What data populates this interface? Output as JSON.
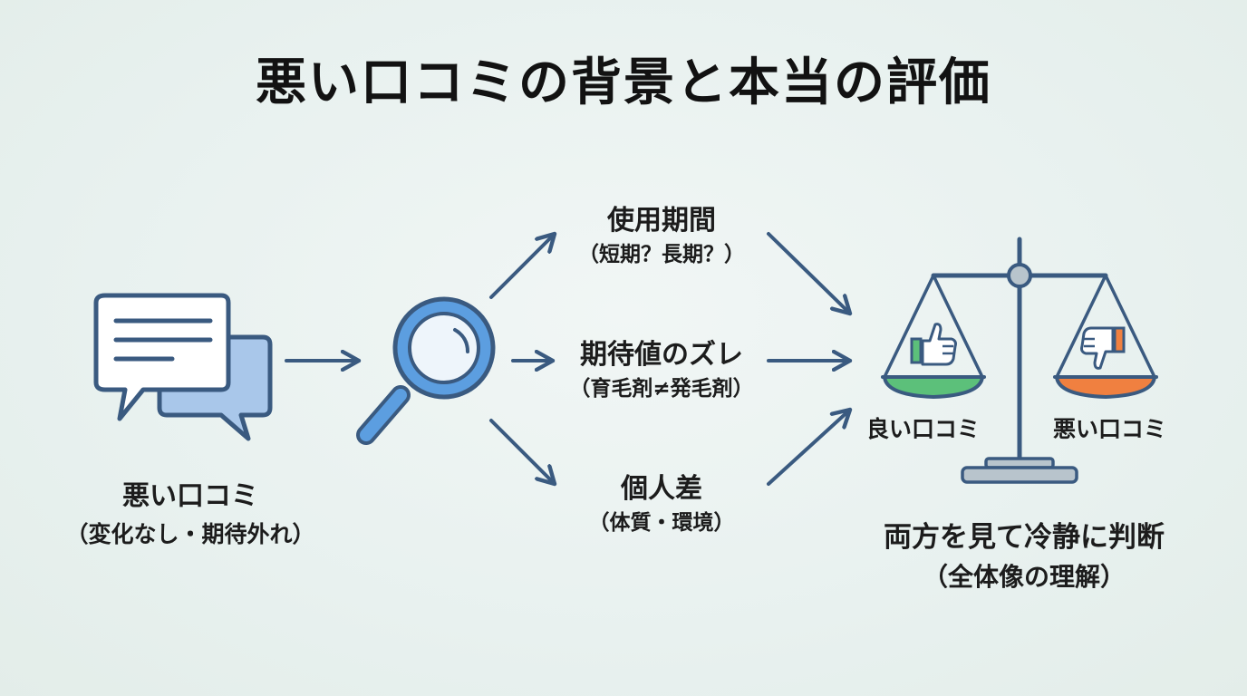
{
  "title": "悪い口コミの背景と本当の評価",
  "source": {
    "label": "悪い口コミ",
    "sub": "（変化なし・期待外れ）"
  },
  "factors": [
    {
      "label": "使用期間",
      "sub": "（短期？長期？）"
    },
    {
      "label": "期待値のズレ",
      "sub": "（育毛剤≠発毛剤）"
    },
    {
      "label": "個人差",
      "sub": "（体質・環境）"
    }
  ],
  "scale": {
    "left_label": "良い口コミ",
    "right_label": "悪い口コミ",
    "left_icon": "thumbs-up-icon",
    "right_icon": "thumbs-down-icon"
  },
  "conclusion": {
    "label": "両方を見て冷静に判断",
    "sub": "（全体像の理解）"
  },
  "colors": {
    "line": "#3a5a80",
    "icon_fill_light": "#ffffff",
    "icon_fill_blue": "#a9c7ea",
    "lens_blue": "#5c9ee0",
    "good_green": "#5cc07a",
    "bad_orange": "#f08040",
    "thumb_stroke": "#3a5a80",
    "base_gray": "#b8c4cc"
  }
}
